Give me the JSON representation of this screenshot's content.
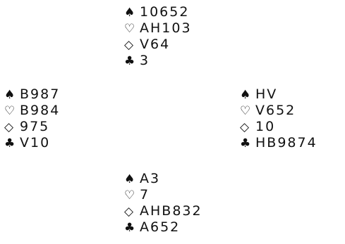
{
  "deal": {
    "north": {
      "spades": "10652",
      "hearts": "AH103",
      "diamonds": "V64",
      "clubs": "3"
    },
    "west": {
      "spades": "B987",
      "hearts": "B984",
      "diamonds": "975",
      "clubs": "V10"
    },
    "east": {
      "spades": "HV",
      "hearts": "V652",
      "diamonds": "10",
      "clubs": "HB9874"
    },
    "south": {
      "spades": "A3",
      "hearts": "7",
      "diamonds": "AHB832",
      "clubs": "A652"
    }
  },
  "symbols": {
    "spade": "♠",
    "heart": "♡",
    "diamond": "◇",
    "club": "♣"
  },
  "icons": {
    "spade": "spade-icon",
    "heart": "heart-icon",
    "diamond": "diamond-icon",
    "club": "club-icon"
  },
  "colors": {
    "text": "#111111",
    "background": "#ffffff"
  }
}
